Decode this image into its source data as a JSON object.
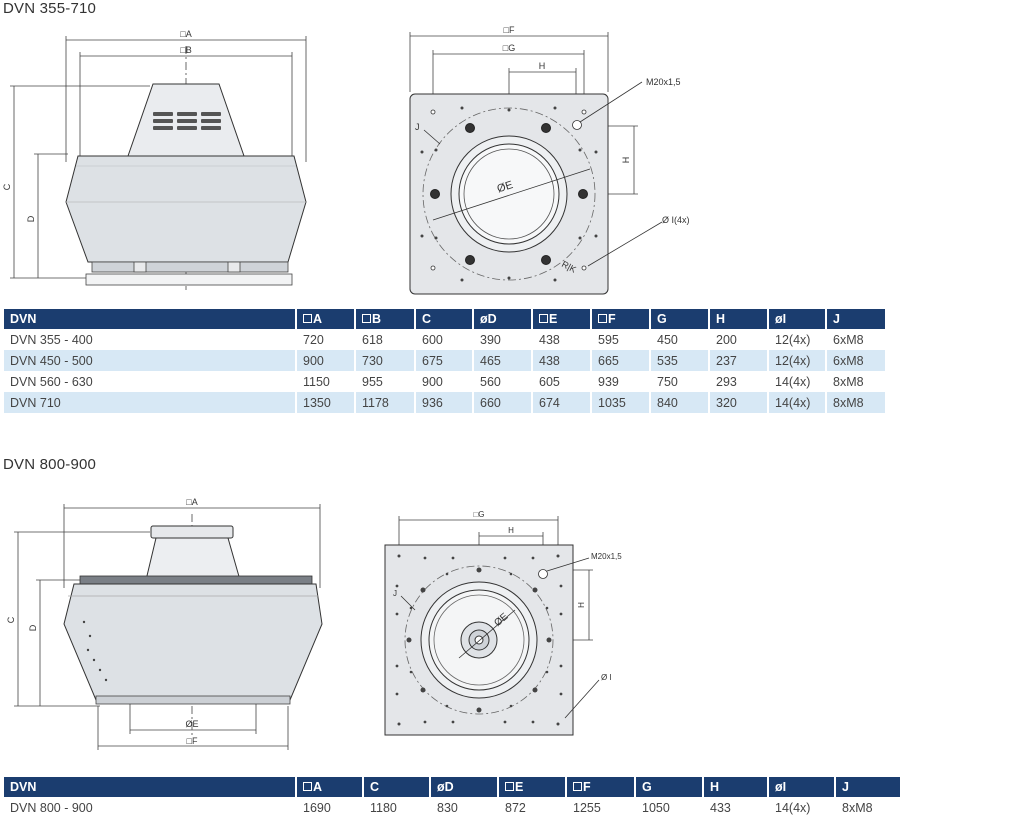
{
  "section1": {
    "title": "DVN 355-710",
    "side_labels": {
      "A": "□A",
      "B": "□B",
      "C": "C",
      "D": "D"
    },
    "top_labels": {
      "F": "□F",
      "G": "□G",
      "H": "H",
      "H2": "H",
      "M": "M20x1,5",
      "E": "ØE",
      "I": "Ø I(4x)",
      "J": "J",
      "RK": "R|K"
    },
    "table": {
      "headers": [
        "DVN",
        "A",
        "B",
        "C",
        "øD",
        "E",
        "F",
        "G",
        "H",
        "øI",
        "J"
      ],
      "rows": [
        [
          "DVN 355 - 400",
          "720",
          "618",
          "600",
          "390",
          "438",
          "595",
          "450",
          "200",
          "12(4x)",
          "6xM8"
        ],
        [
          "DVN 450 - 500",
          "900",
          "730",
          "675",
          "465",
          "438",
          "665",
          "535",
          "237",
          "12(4x)",
          "6xM8"
        ],
        [
          "DVN 560 - 630",
          "1150",
          "955",
          "900",
          "560",
          "605",
          "939",
          "750",
          "293",
          "14(4x)",
          "8xM8"
        ],
        [
          "DVN 710",
          "1350",
          "1178",
          "936",
          "660",
          "674",
          "1035",
          "840",
          "320",
          "14(4x)",
          "8xM8"
        ]
      ]
    }
  },
  "section2": {
    "title": "DVN 800-900",
    "side_labels": {
      "A": "□A",
      "C": "C",
      "D": "D",
      "E": "ØE",
      "F": "□F"
    },
    "top_labels": {
      "G": "□G",
      "H": "H",
      "H2": "H",
      "M": "M20x1,5",
      "E": "ØE",
      "J": "J",
      "I": "Ø I"
    },
    "table": {
      "headers": [
        "DVN",
        "A",
        "C",
        "øD",
        "E",
        "F",
        "G",
        "H",
        "øI",
        "J"
      ],
      "rows": [
        [
          "DVN 800 - 900",
          "1690",
          "1180",
          "830",
          "872",
          "1255",
          "1050",
          "433",
          "14(4x)",
          "8xM8"
        ]
      ]
    }
  }
}
